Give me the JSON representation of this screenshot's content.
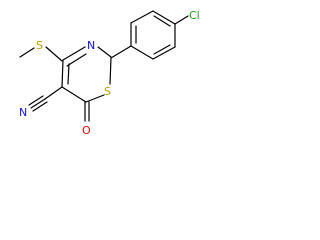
{
  "molecule": {
    "atom_labels": {
      "chlorine": "Cl",
      "sulfur_methylthio": "S",
      "ring_nitrogen": "N",
      "ring_sulfur": "S",
      "nitrile_nitrogen": "N",
      "carbonyl_oxygen": "O"
    },
    "colors": {
      "chlorine": "#1f9e1f",
      "sulfur": "#b8a000",
      "nitrogen": "#1010e0",
      "oxygen": "#e01010",
      "bond": "#000000",
      "background": "#ffffff"
    }
  }
}
